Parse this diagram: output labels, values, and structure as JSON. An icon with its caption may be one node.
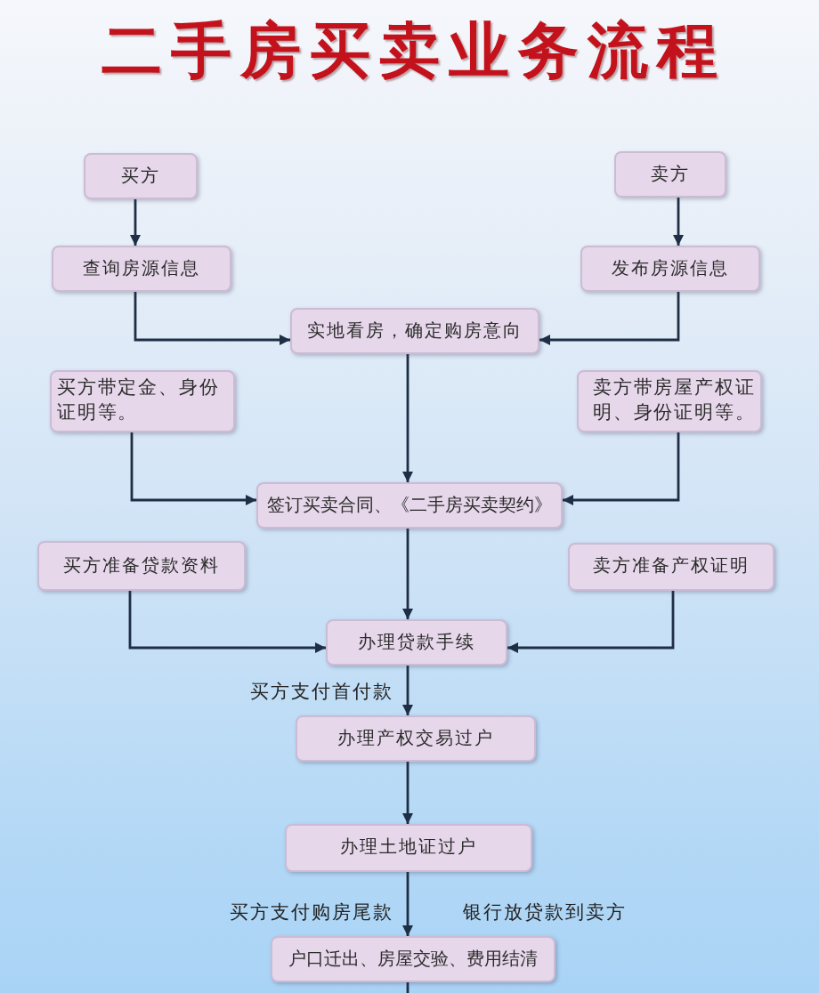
{
  "diagram": {
    "title": "二手房买卖业务流程",
    "nodes": [
      {
        "text": [
          "买方"
        ]
      },
      {
        "text": [
          "卖方"
        ]
      },
      {
        "text": [
          "查询房源信息"
        ]
      },
      {
        "text": [
          "发布房源信息"
        ]
      },
      {
        "text": [
          "实地看房，确定购房意向"
        ]
      },
      {
        "text": [
          "买方带定金、身份证明等。"
        ]
      },
      {
        "text": [
          "卖方带房屋产权证明、身份证明等。"
        ]
      },
      {
        "text": [
          "签订买卖合同、《二手房买卖契约》"
        ]
      },
      {
        "text": [
          "买方准备贷款资料"
        ]
      },
      {
        "text": [
          "卖方准备产权证明"
        ]
      },
      {
        "text": [
          "办理贷款手续"
        ]
      },
      {
        "text": [
          "办理产权交易过户"
        ]
      },
      {
        "text": [
          "办理土地证过户"
        ]
      },
      {
        "text": [
          "户口迁出、房屋交验、费用结清"
        ]
      }
    ],
    "edges": [
      {
        "from": 0,
        "to": 2,
        "arrow": "to"
      },
      {
        "from": 1,
        "to": 3,
        "arrow": "to"
      },
      {
        "from": 2,
        "to": 4,
        "arrow": "to"
      },
      {
        "from": 3,
        "to": 4,
        "arrow": "to"
      },
      {
        "from": 4,
        "to": 7,
        "arrow": "to"
      },
      {
        "from": 5,
        "to": 7,
        "arrow": "to"
      },
      {
        "from": 6,
        "to": 7,
        "arrow": "to"
      },
      {
        "from": 7,
        "to": 10,
        "arrow": "to"
      },
      {
        "from": 8,
        "to": 10,
        "arrow": "to"
      },
      {
        "from": 9,
        "to": 10,
        "arrow": "to"
      },
      {
        "from": 10,
        "to": 11,
        "arrow": "to",
        "label": "买方支付首付款"
      },
      {
        "from": 11,
        "to": 12,
        "arrow": "to"
      },
      {
        "from": 12,
        "to": 13,
        "arrow": "to",
        "label": "买方支付购房尾款"
      },
      {
        "from": 13,
        "to": null,
        "arrow": "none"
      }
    ],
    "labels": [
      "银行放贷款到卖方"
    ]
  }
}
